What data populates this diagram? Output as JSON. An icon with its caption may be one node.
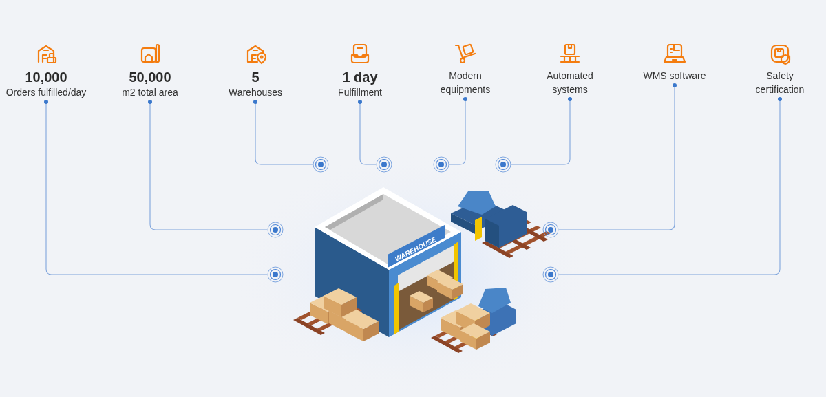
{
  "diagram": {
    "nodes": [
      {
        "text": [
          "10,000",
          "Orders fulfilled/day"
        ]
      },
      {
        "text": [
          "50,000",
          "m2 total area"
        ]
      },
      {
        "text": [
          "5",
          "Warehouses"
        ]
      },
      {
        "text": [
          "1 day",
          "Fulfillment"
        ]
      },
      {
        "text": [
          "Modern equipments"
        ]
      },
      {
        "text": [
          "Automated systems"
        ]
      },
      {
        "text": [
          "WMS software"
        ]
      },
      {
        "text": [
          "Safety certification"
        ]
      },
      {
        "text": [],
        "shape": "circle"
      },
      {
        "text": [],
        "shape": "circle"
      },
      {
        "text": [],
        "shape": "circle"
      },
      {
        "text": [],
        "shape": "circle"
      },
      {
        "text": [],
        "shape": "circle"
      },
      {
        "text": [],
        "shape": "circle"
      },
      {
        "text": [],
        "shape": "circle"
      },
      {
        "text": [],
        "shape": "circle"
      }
    ],
    "edges": [
      {
        "from": 0,
        "to": 8,
        "arrow": "other"
      },
      {
        "from": 1,
        "to": 9,
        "arrow": "other"
      },
      {
        "from": 2,
        "to": 10,
        "arrow": "other"
      },
      {
        "from": 3,
        "to": 11,
        "arrow": "other"
      },
      {
        "from": 4,
        "to": 12,
        "arrow": "other"
      },
      {
        "from": 5,
        "to": 13,
        "arrow": "other"
      },
      {
        "from": 6,
        "to": 14,
        "arrow": "other"
      },
      {
        "from": 7,
        "to": 15,
        "arrow": "other"
      }
    ],
    "labels": [
      "WAREHOUSE"
    ]
  }
}
